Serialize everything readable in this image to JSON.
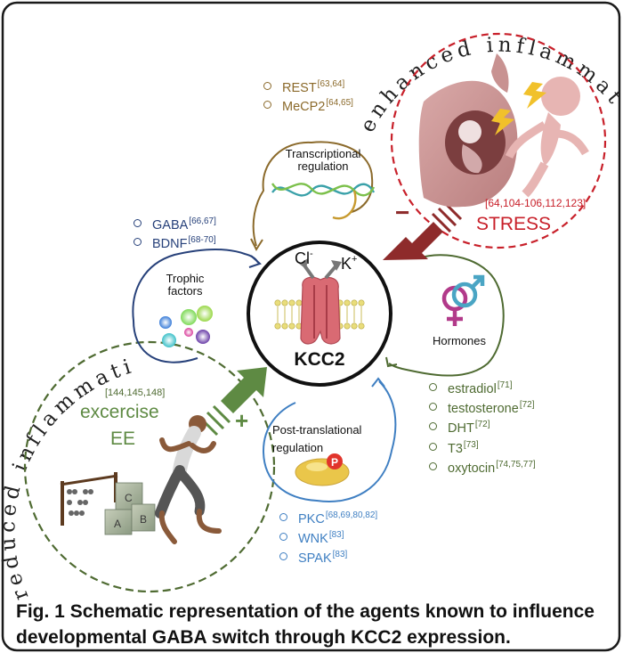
{
  "arcs": {
    "top_right": "enhanced inflammation",
    "bottom_left": "reduced inflammation"
  },
  "center": {
    "title": "KCC2",
    "cl_base": "Cl",
    "cl_sup": "-",
    "k_base": "K",
    "k_sup": "+"
  },
  "transcriptional": {
    "title_line1": "Transcriptional",
    "title_line2": "regulation",
    "items": [
      {
        "name": "REST",
        "refs": "[63,64]"
      },
      {
        "name": "MeCP2",
        "refs": "[64,65]"
      }
    ]
  },
  "trophic": {
    "title_line1": "Trophic",
    "title_line2": "factors",
    "items": [
      {
        "name": "GABA",
        "refs": "[66,67]"
      },
      {
        "name": "BDNF",
        "refs": "[68-70]"
      }
    ]
  },
  "stress": {
    "label": "STRESS",
    "refs": "[64,104-106,112,123]",
    "sign": "−"
  },
  "hormones": {
    "title": "Hormones",
    "items": [
      {
        "name": "estradiol",
        "refs": "[71]"
      },
      {
        "name": "testosterone",
        "refs": "[72]"
      },
      {
        "name": "DHT",
        "refs": "[72]"
      },
      {
        "name": "T3",
        "refs": "[73]"
      },
      {
        "name": "oxytocin",
        "refs": "[74,75,77]"
      }
    ]
  },
  "exercise": {
    "refs": "[144,145,148]",
    "line1": "excercise",
    "line2": "EE",
    "sign": "+",
    "blocks": [
      "C",
      "A",
      "B"
    ]
  },
  "posttrans": {
    "title_line1": "Post-translational",
    "title_line2": "regulation",
    "badge": "P",
    "items": [
      {
        "name": "PKC",
        "refs": "[68,69,80,82]"
      },
      {
        "name": "WNK",
        "refs": "[83]"
      },
      {
        "name": "SPAK",
        "refs": "[83]"
      }
    ]
  },
  "caption": {
    "label": "Fig. 1",
    "text": "Schematic representation of the agents known to influence developmental GABA switch through KCC2 expression."
  },
  "colors": {
    "frame": "#1a1a1a",
    "brown": "#8b6a2b",
    "navy": "#27417a",
    "green": "#4f6b32",
    "blue": "#3f7fc2",
    "red": "#c8202a",
    "maroon": "#8e2b2b",
    "exercise_green": "#5e8a43"
  }
}
